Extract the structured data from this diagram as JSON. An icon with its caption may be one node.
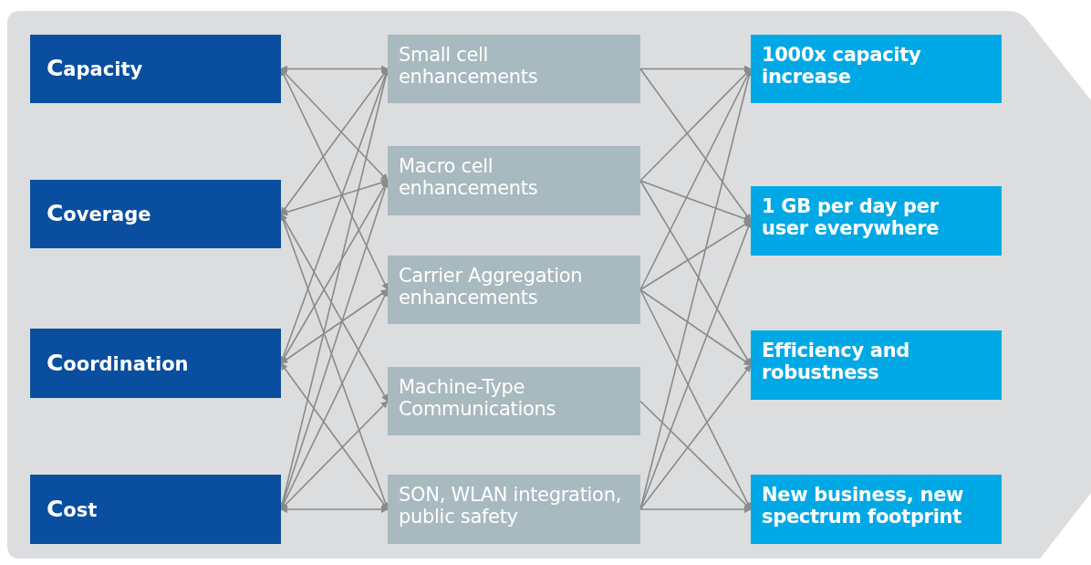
{
  "diagram": {
    "nodes": [
      {
        "text": [
          "Capacity"
        ]
      },
      {
        "text": [
          "Coverage"
        ]
      },
      {
        "text": [
          "Coordination"
        ]
      },
      {
        "text": [
          "Cost"
        ]
      },
      {
        "text": [
          "Small cell enhancements"
        ]
      },
      {
        "text": [
          "Macro cell enhancements"
        ]
      },
      {
        "text": [
          "Carrier Aggregation enhancements"
        ]
      },
      {
        "text": [
          "Machine-Type Communications"
        ]
      },
      {
        "text": [
          "SON, WLAN integration, public safety"
        ]
      },
      {
        "text": [
          "1000x capacity increase"
        ]
      },
      {
        "text": [
          "1 GB per day per user everywhere"
        ]
      },
      {
        "text": [
          "Efficiency and robustness"
        ]
      },
      {
        "text": [
          "New business, new spectrum footprint"
        ]
      }
    ],
    "edges": [
      {
        "from": 0,
        "to": 4,
        "arrow": "both"
      },
      {
        "from": 0,
        "to": 5,
        "arrow": "both"
      },
      {
        "from": 0,
        "to": 6,
        "arrow": "both"
      },
      {
        "from": 1,
        "to": 4,
        "arrow": "both"
      },
      {
        "from": 1,
        "to": 5,
        "arrow": "both"
      },
      {
        "from": 1,
        "to": 7,
        "arrow": "both"
      },
      {
        "from": 1,
        "to": 8,
        "arrow": "both"
      },
      {
        "from": 2,
        "to": 4,
        "arrow": "both"
      },
      {
        "from": 2,
        "to": 5,
        "arrow": "both"
      },
      {
        "from": 2,
        "to": 6,
        "arrow": "both"
      },
      {
        "from": 2,
        "to": 8,
        "arrow": "both"
      },
      {
        "from": 3,
        "to": 4,
        "arrow": "both"
      },
      {
        "from": 3,
        "to": 5,
        "arrow": "both"
      },
      {
        "from": 3,
        "to": 6,
        "arrow": "both"
      },
      {
        "from": 3,
        "to": 7,
        "arrow": "both"
      },
      {
        "from": 3,
        "to": 8,
        "arrow": "both"
      },
      {
        "from": 4,
        "to": 9,
        "arrow": "to"
      },
      {
        "from": 4,
        "to": 10,
        "arrow": "to"
      },
      {
        "from": 5,
        "to": 9,
        "arrow": "to"
      },
      {
        "from": 5,
        "to": 10,
        "arrow": "to"
      },
      {
        "from": 5,
        "to": 11,
        "arrow": "to"
      },
      {
        "from": 6,
        "to": 9,
        "arrow": "to"
      },
      {
        "from": 6,
        "to": 10,
        "arrow": "to"
      },
      {
        "from": 6,
        "to": 11,
        "arrow": "to"
      },
      {
        "from": 6,
        "to": 12,
        "arrow": "to"
      },
      {
        "from": 7,
        "to": 12,
        "arrow": "to"
      },
      {
        "from": 8,
        "to": 9,
        "arrow": "to"
      },
      {
        "from": 8,
        "to": 10,
        "arrow": "to"
      },
      {
        "from": 8,
        "to": 11,
        "arrow": "to"
      },
      {
        "from": 8,
        "to": 12,
        "arrow": "to"
      }
    ]
  }
}
